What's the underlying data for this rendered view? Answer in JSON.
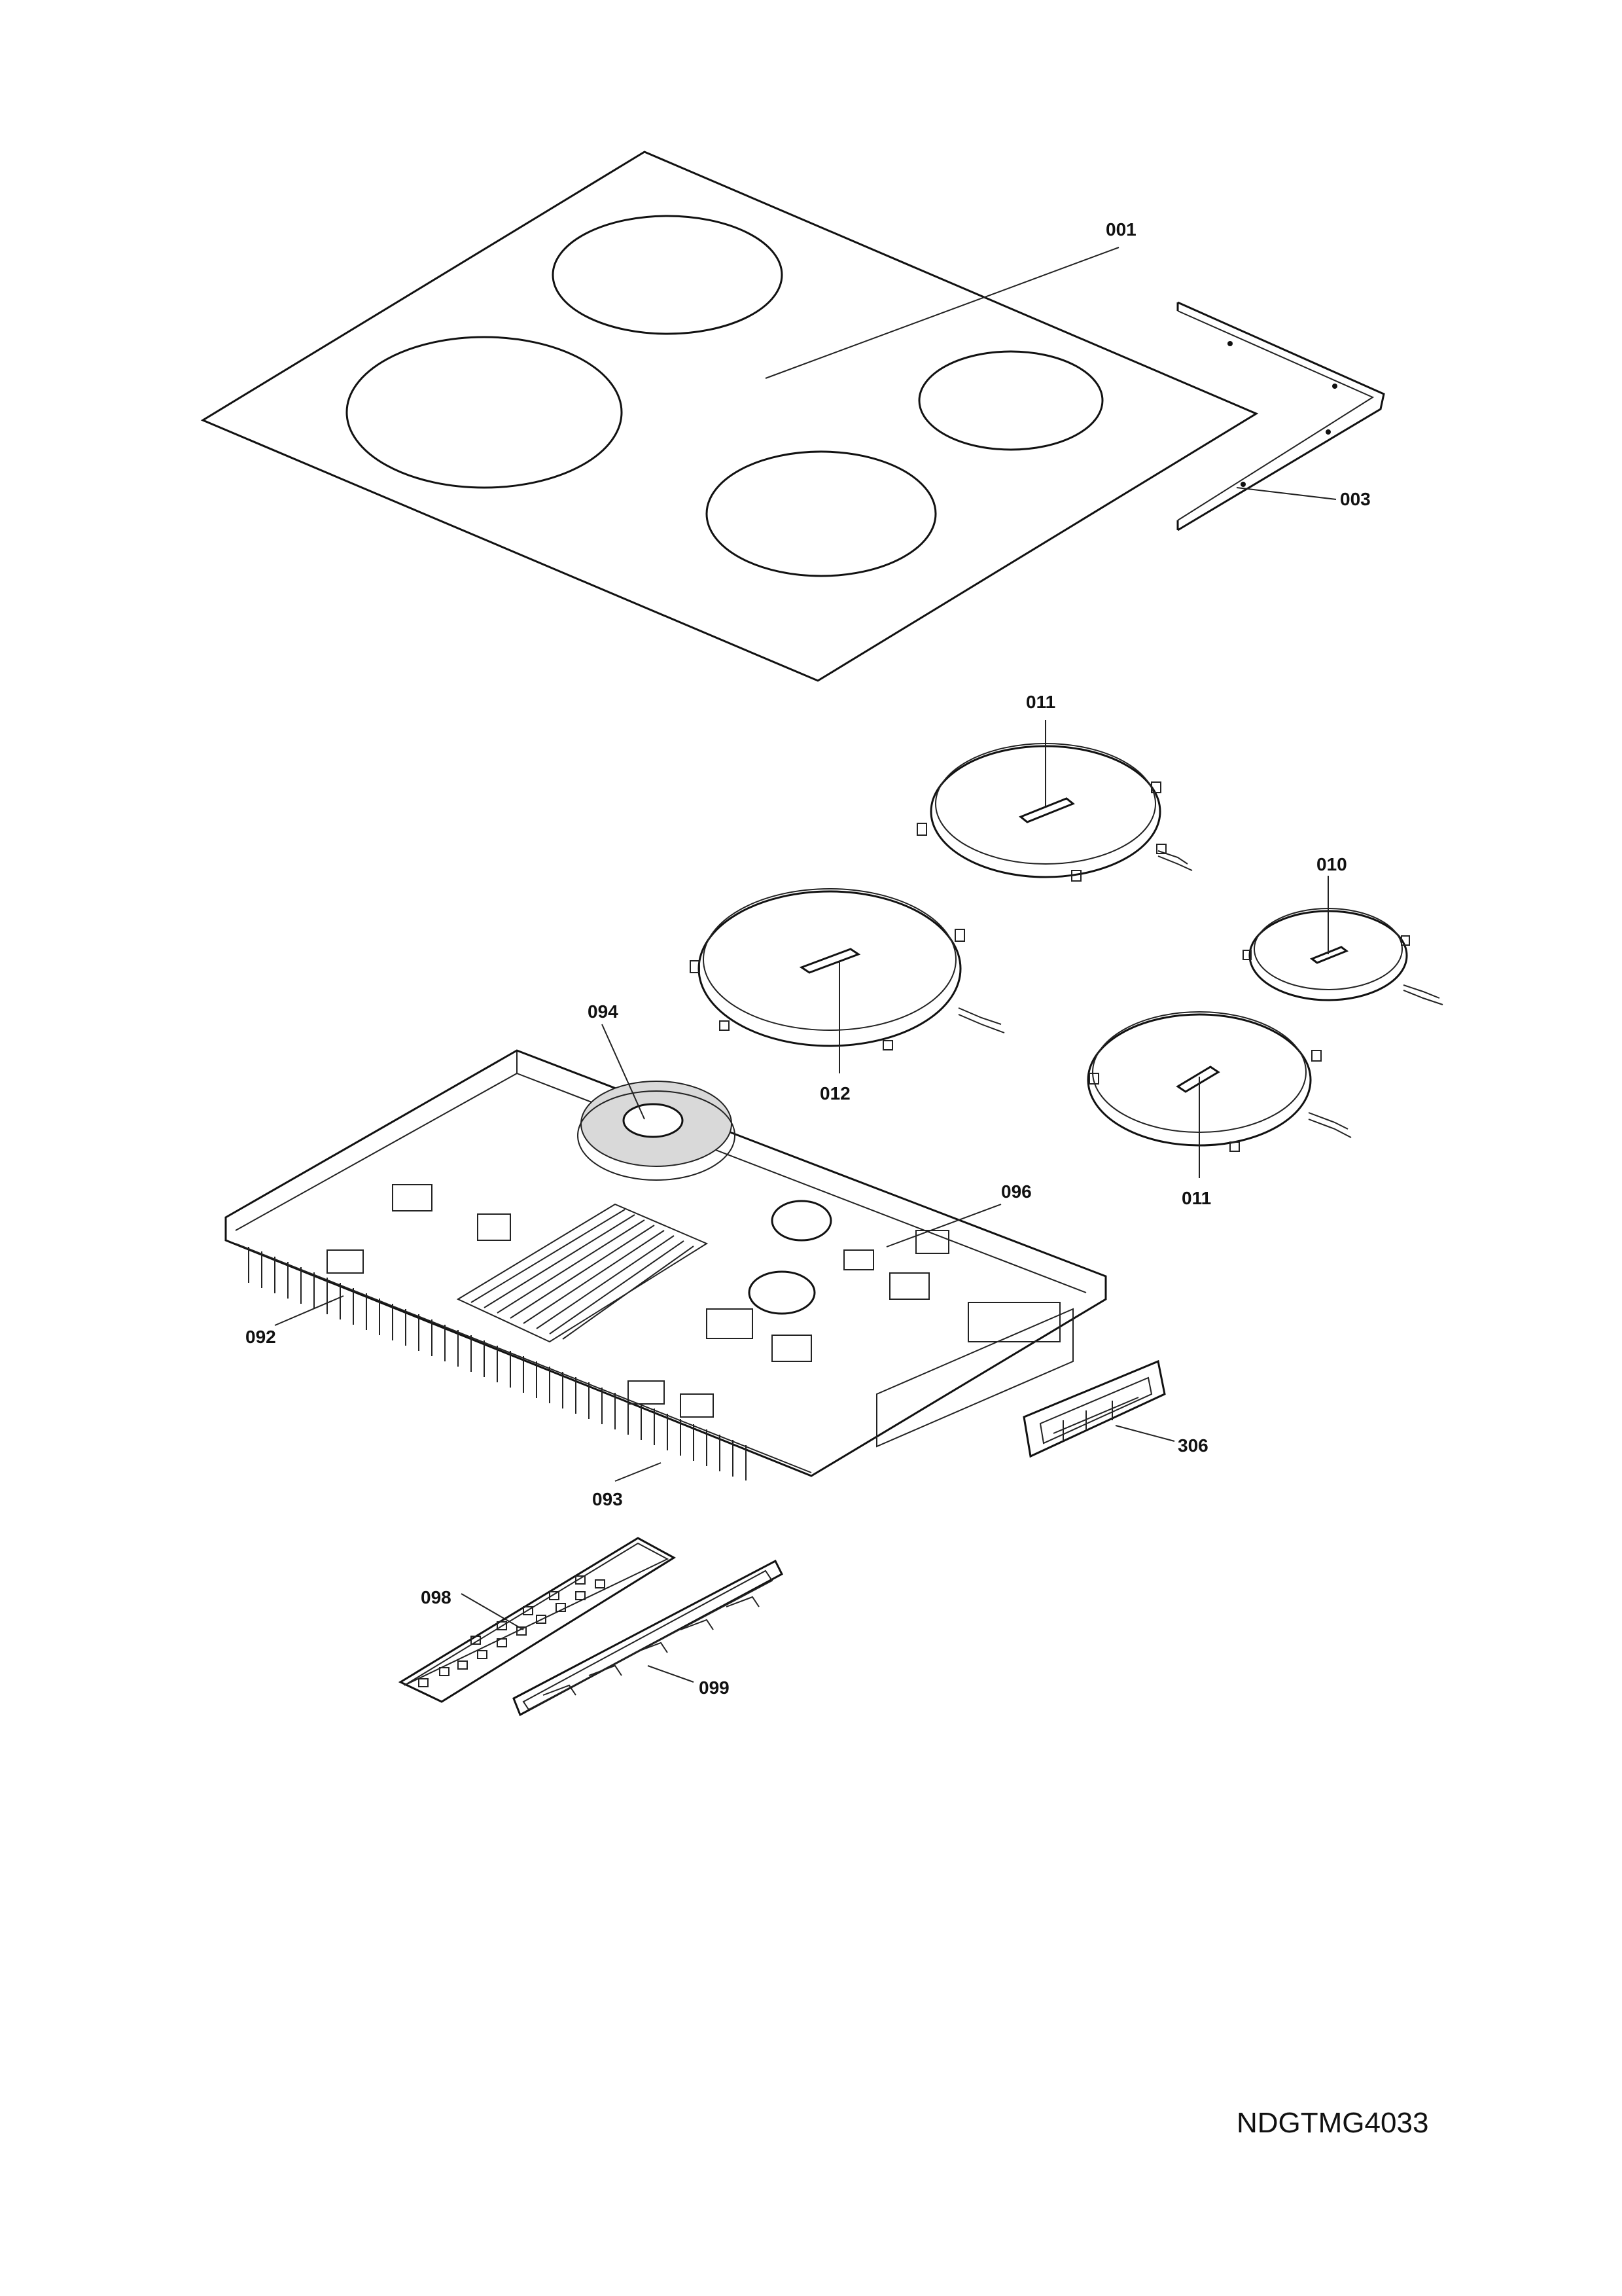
{
  "labels": {
    "p001": "001",
    "p003": "003",
    "p011a": "011",
    "p010": "010",
    "p012": "012",
    "p011b": "011",
    "p094": "094",
    "p096": "096",
    "p092": "092",
    "p093": "093",
    "p306": "306",
    "p098": "098",
    "p099": "099"
  },
  "drawing_code": "NDGTMG4033"
}
